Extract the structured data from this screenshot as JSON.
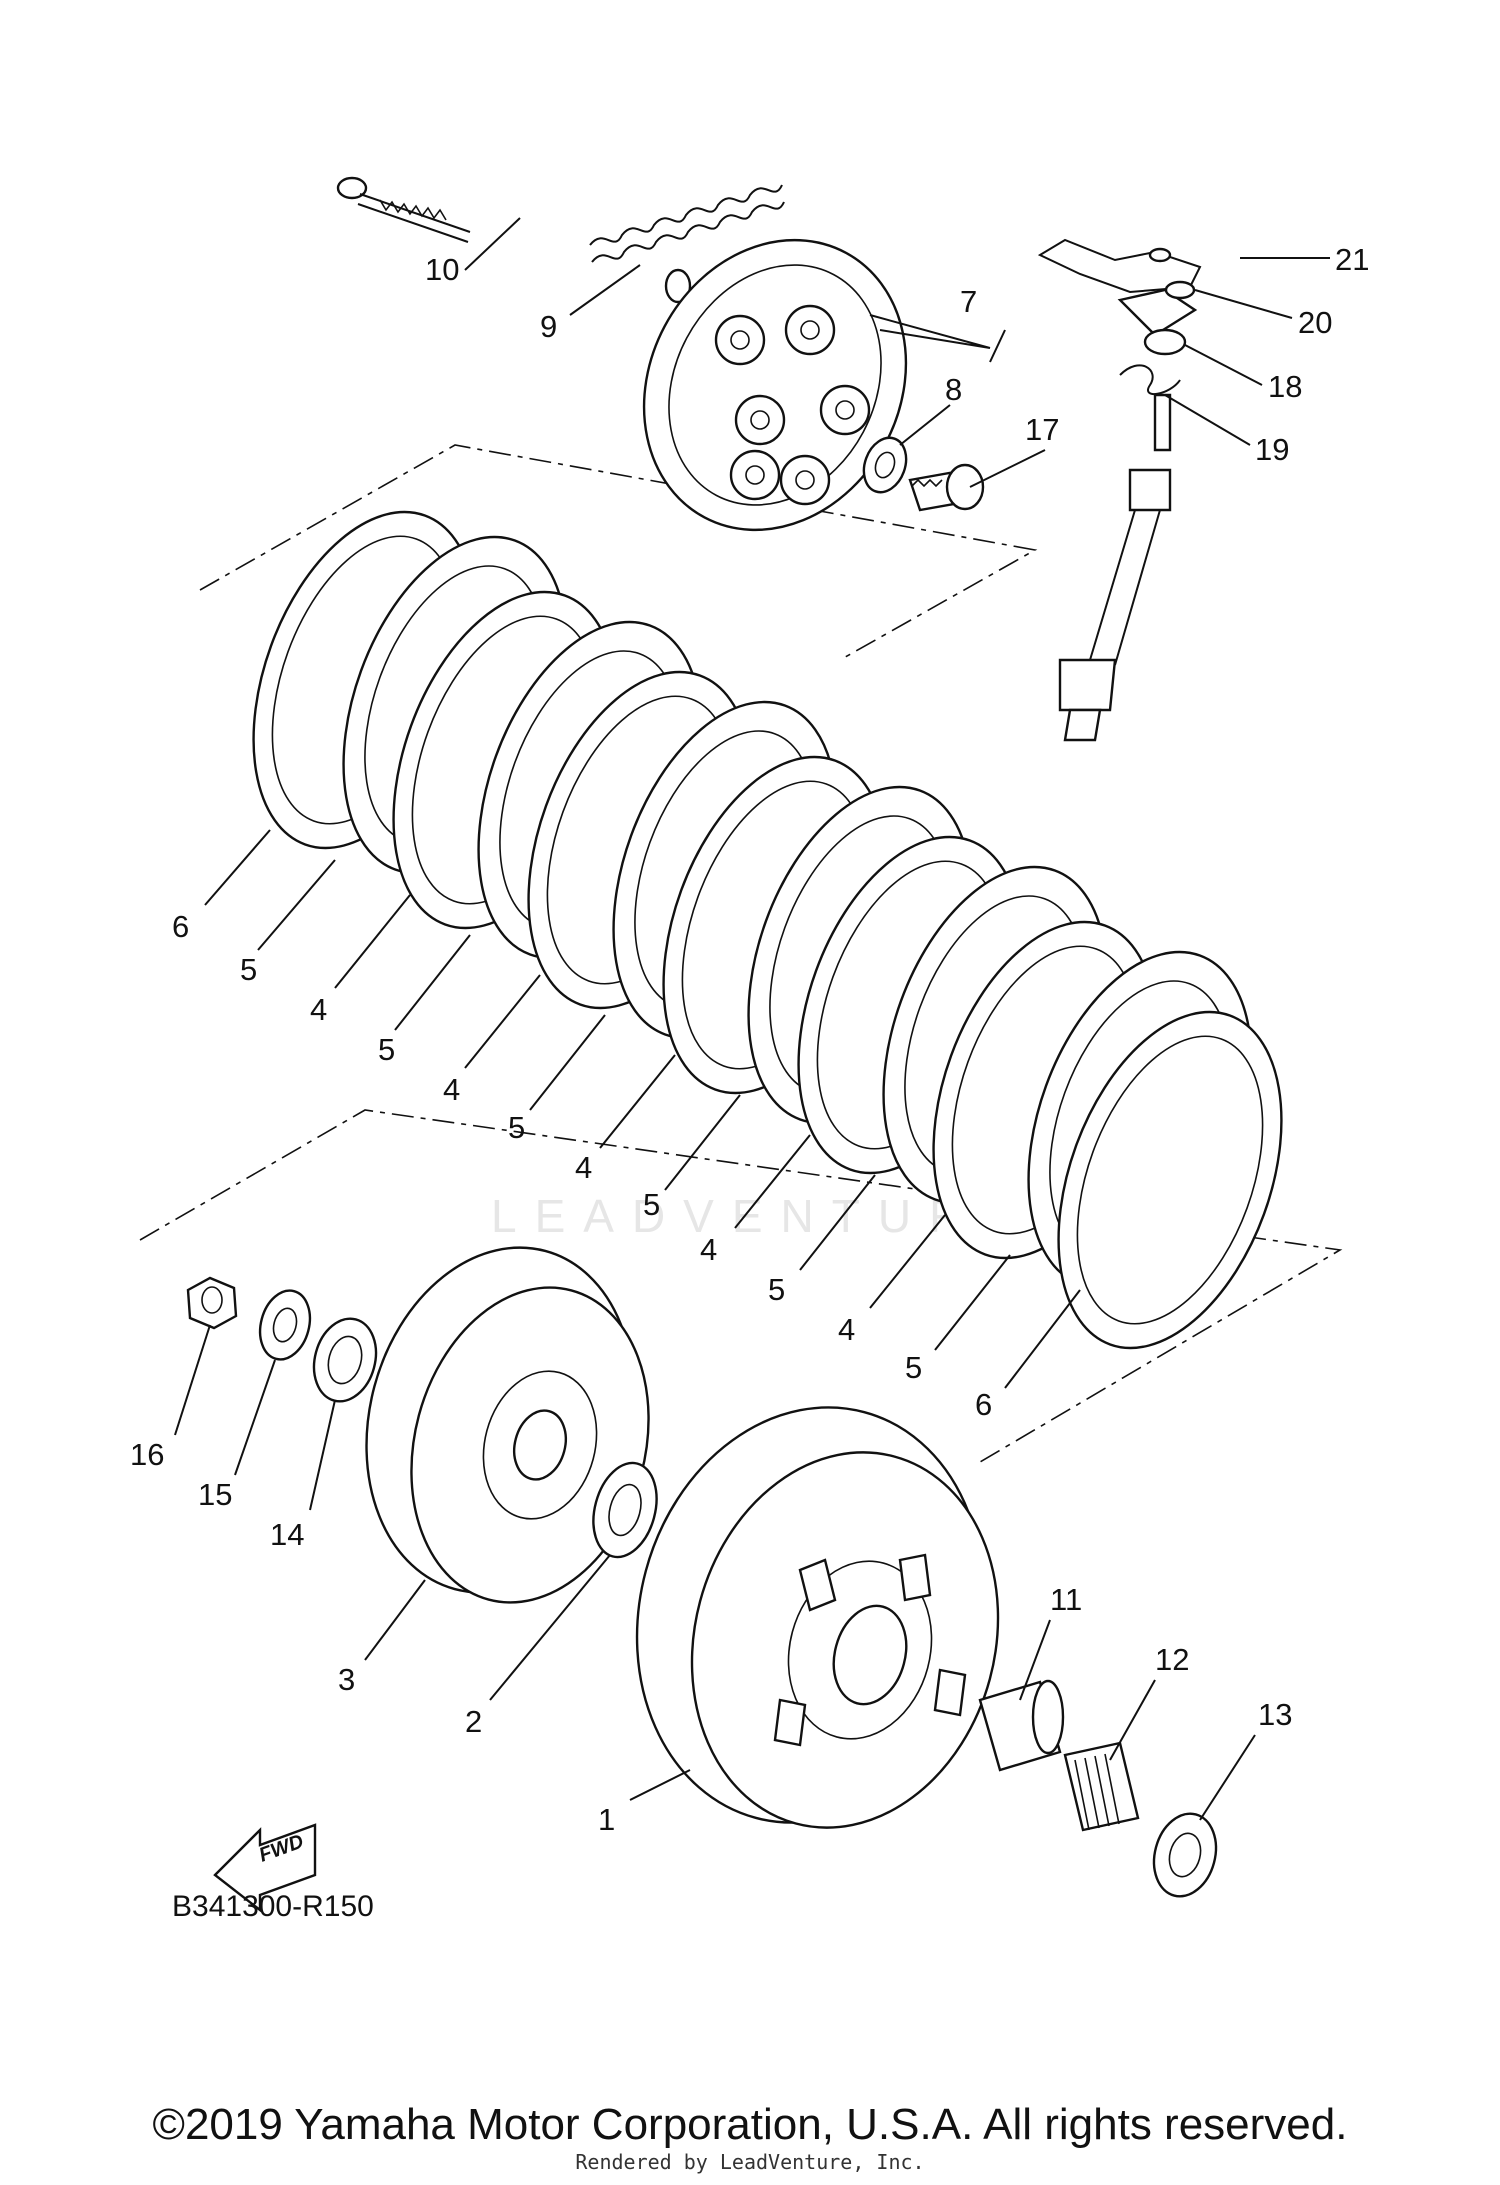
{
  "diagram_code": "B341300-R150",
  "fwd_label": "FWD",
  "watermark": "LEADVENTURE",
  "copyright": "©2019 Yamaha Motor Corporation, U.S.A. All rights reserved.",
  "rendered_by": "Rendered by LeadVenture, Inc.",
  "callouts": [
    "21",
    "20",
    "18",
    "19",
    "10",
    "9",
    "7",
    "8",
    "17",
    "6",
    "5",
    "4",
    "5",
    "4",
    "5",
    "4",
    "5",
    "4",
    "5",
    "4",
    "5",
    "6",
    "16",
    "15",
    "14",
    "3",
    "2",
    "1",
    "11",
    "12",
    "13"
  ]
}
